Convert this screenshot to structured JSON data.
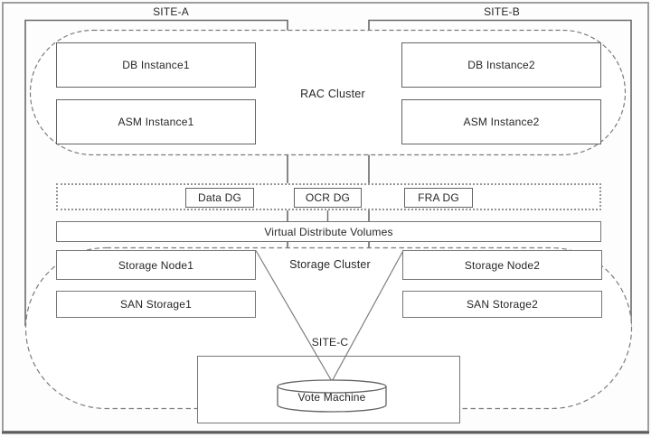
{
  "diagram": {
    "sites": {
      "site_a": "SITE-A",
      "site_b": "SITE-B",
      "site_c": "SITE-C"
    },
    "rac": {
      "label": "RAC Cluster",
      "db_instance1": "DB Instance1",
      "asm_instance1": "ASM Instance1",
      "db_instance2": "DB Instance2",
      "asm_instance2": "ASM Instance2"
    },
    "disk_groups": {
      "data_dg": "Data DG",
      "ocr_dg": "OCR DG",
      "fra_dg": "FRA DG"
    },
    "virtual_volumes_label": "Virtual Distribute Volumes",
    "storage": {
      "label": "Storage Cluster",
      "storage_node1": "Storage Node1",
      "san_storage1": "SAN Storage1",
      "storage_node2": "Storage Node2",
      "san_storage2": "SAN Storage2"
    },
    "vote_machine_label": "Vote Machine"
  },
  "colors": {
    "box_border": "#636363",
    "thin_border": "#767676",
    "dashed_line": "#7c7c7c",
    "text": "#262626",
    "frame": "#9e9e9e",
    "frame_bottom": "#5d5d5d",
    "fill": "#ffffff"
  }
}
